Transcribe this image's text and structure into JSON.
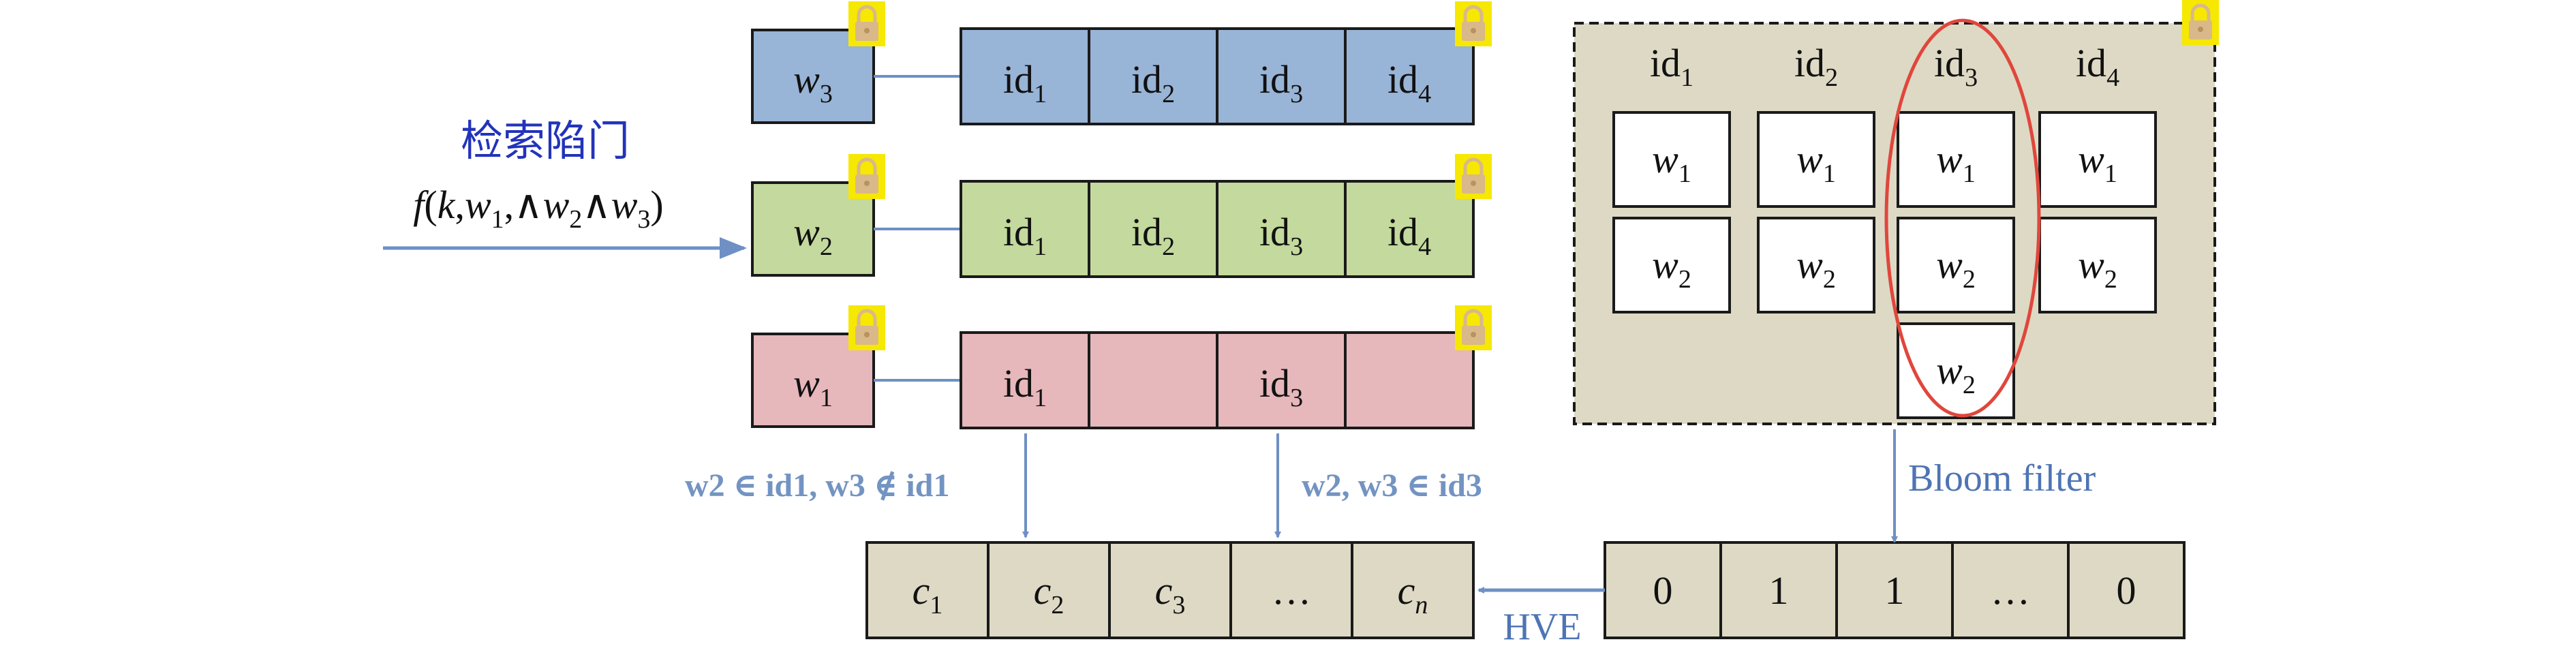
{
  "trapdoor": {
    "title": "检索陷门",
    "formula": "f(k,w1,∧w2∧w3)"
  },
  "rows": [
    {
      "keyword": "w",
      "keyword_sub": "3",
      "color": "#98b4d6",
      "cells": [
        "id1",
        "id2",
        "id3",
        "id4"
      ]
    },
    {
      "keyword": "w",
      "keyword_sub": "2",
      "color": "#c3d99d",
      "cells": [
        "id1",
        "id2",
        "id3",
        "id4"
      ]
    },
    {
      "keyword": "w",
      "keyword_sub": "1",
      "color": "#e6b7bb",
      "cells": [
        "id1",
        "",
        "id3",
        ""
      ]
    }
  ],
  "annotations": {
    "left": "w2 ∈ id1, w3 ∉ id1",
    "right": "w2, w3 ∈ id3"
  },
  "ciphertexts": [
    "c1",
    "c2",
    "c3",
    "…",
    "cn"
  ],
  "bloom_bits": [
    "0",
    "1",
    "1",
    "…",
    "0"
  ],
  "bloom_label": "Bloom filter",
  "hve_label": "HVE",
  "doc_panel": {
    "columns": [
      {
        "id": "id1",
        "keywords": [
          "w1",
          "w2"
        ]
      },
      {
        "id": "id2",
        "keywords": [
          "w1",
          "w2"
        ]
      },
      {
        "id": "id3",
        "keywords": [
          "w1",
          "w2",
          "w2"
        ]
      },
      {
        "id": "id4",
        "keywords": [
          "w1",
          "w2"
        ]
      }
    ],
    "colors": {
      "panel": "#ddd9c4",
      "highlight": "#e0463c"
    }
  },
  "lock_icon": "lock-icon"
}
